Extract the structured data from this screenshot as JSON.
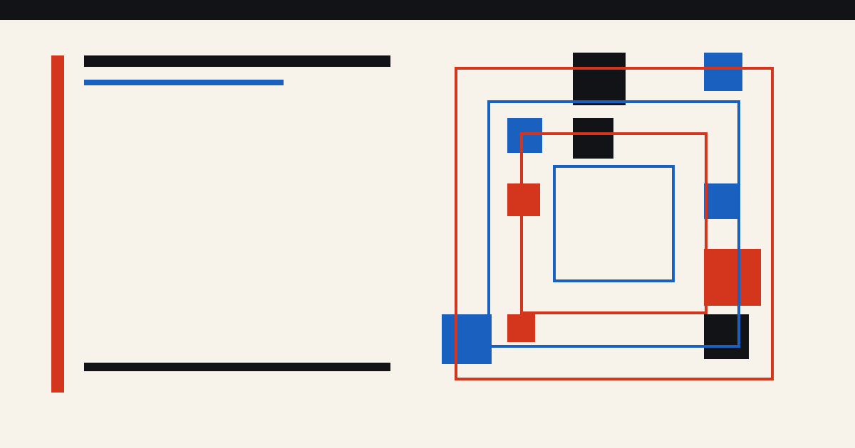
{
  "palette": {
    "background": "#f7f2ea",
    "ink": "#121316",
    "red": "#d3361c",
    "blue": "#1a60be"
  },
  "artwork": {
    "frames": [
      {
        "name": "outer-red-frame",
        "color": "red"
      },
      {
        "name": "second-blue-frame",
        "color": "blue"
      },
      {
        "name": "third-red-frame",
        "color": "red"
      },
      {
        "name": "inner-blue-frame",
        "color": "blue"
      }
    ],
    "blocks": [
      {
        "name": "block-black-top",
        "color": "ink"
      },
      {
        "name": "block-blue-top-right",
        "color": "blue"
      },
      {
        "name": "block-blue-upper-left",
        "color": "blue"
      },
      {
        "name": "block-black-upper",
        "color": "ink"
      },
      {
        "name": "block-red-middle-left",
        "color": "red"
      },
      {
        "name": "block-blue-middle-right",
        "color": "blue"
      },
      {
        "name": "block-red-lower-right",
        "color": "red"
      },
      {
        "name": "block-blue-bottom-left",
        "color": "blue"
      },
      {
        "name": "block-red-bottom-left",
        "color": "red"
      },
      {
        "name": "block-black-bottom-right",
        "color": "ink"
      }
    ]
  }
}
